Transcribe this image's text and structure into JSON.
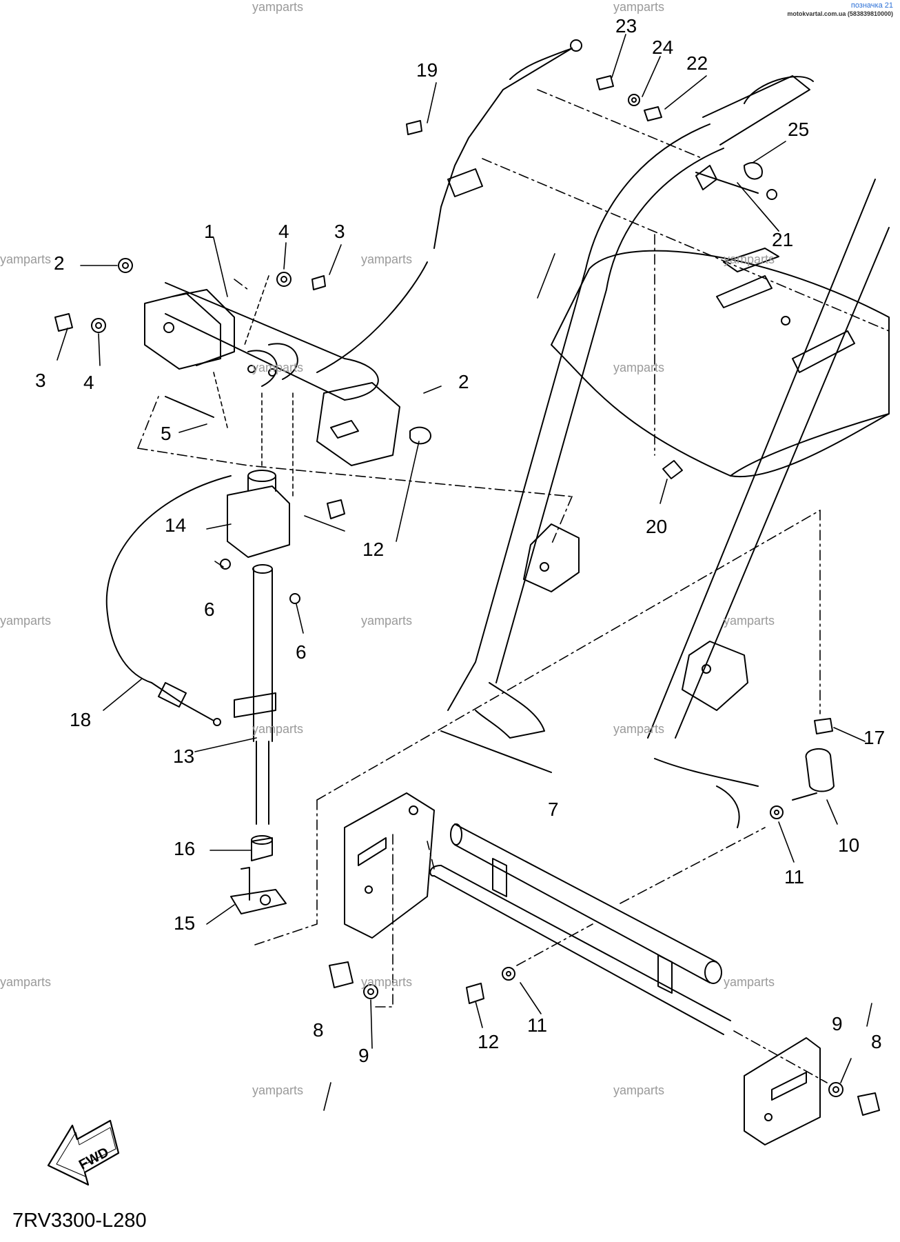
{
  "header": {
    "title": "позначка 21",
    "site": "motokvartal.com.ua (583839810000)"
  },
  "drawing_code": "7RV3300-L280",
  "fwd_label": "FWD",
  "watermark": "yamparts",
  "callouts": [
    "1",
    "2",
    "2",
    "3",
    "3",
    "4",
    "4",
    "5",
    "6",
    "6",
    "7",
    "8",
    "8",
    "9",
    "9",
    "10",
    "11",
    "11",
    "12",
    "12",
    "13",
    "14",
    "15",
    "16",
    "17",
    "18",
    "19",
    "20",
    "21",
    "22",
    "23",
    "24",
    "25"
  ],
  "colors": {
    "ink": "#000000",
    "watermark": "#9a9a9a",
    "header_link": "#2a6fd6"
  }
}
